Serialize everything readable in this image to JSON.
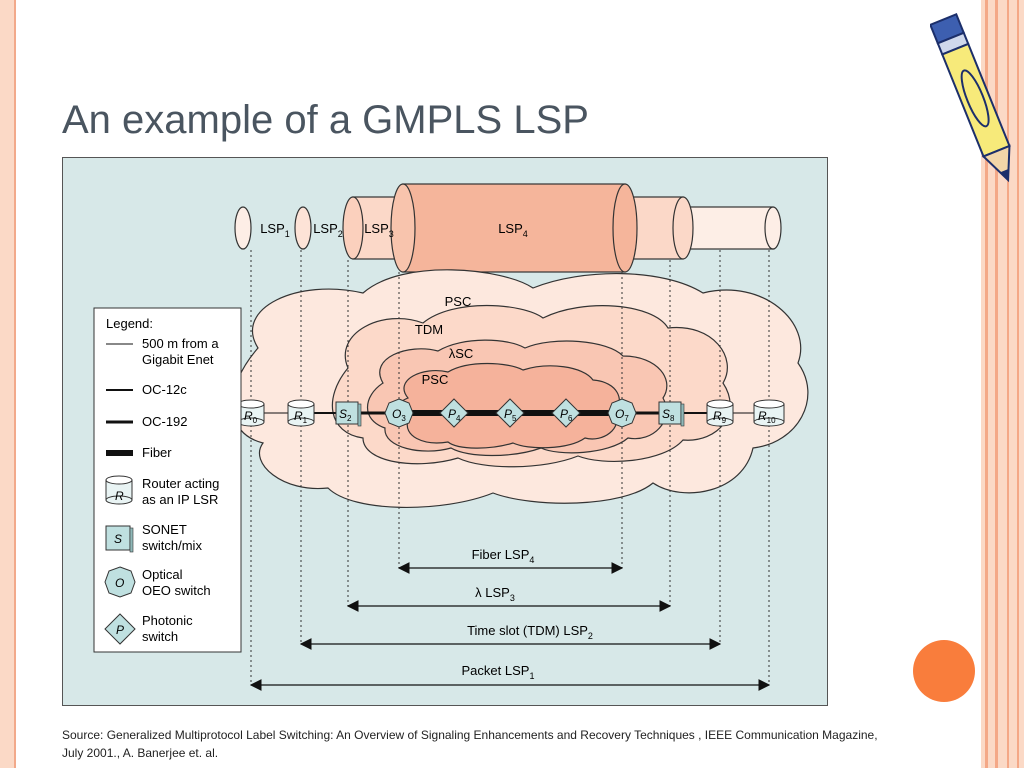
{
  "slide": {
    "title": "An example of a GMPLS LSP",
    "source": "Source: Generalized Multiprotocol Label Switching: An Overview of Signaling Enhancements and Recovery Techniques , IEEE Communication Magazine, July 2001., A. Banerjee et. al."
  },
  "diagram": {
    "pipes": [
      {
        "base": "LSP",
        "sub": "1"
      },
      {
        "base": "LSP",
        "sub": "2"
      },
      {
        "base": "LSP",
        "sub": "3"
      },
      {
        "base": "LSP",
        "sub": "4"
      }
    ],
    "clouds": [
      "PSC",
      "TDM",
      "λSC",
      "PSC"
    ],
    "nodes": [
      {
        "letter": "R",
        "sub": "0",
        "kind": "router"
      },
      {
        "letter": "R",
        "sub": "1",
        "kind": "router"
      },
      {
        "letter": "S",
        "sub": "2",
        "kind": "sonet"
      },
      {
        "letter": "O",
        "sub": "3",
        "kind": "optical"
      },
      {
        "letter": "P",
        "sub": "4",
        "kind": "photonic"
      },
      {
        "letter": "P",
        "sub": "5",
        "kind": "photonic"
      },
      {
        "letter": "P",
        "sub": "6",
        "kind": "photonic"
      },
      {
        "letter": "O",
        "sub": "7",
        "kind": "optical"
      },
      {
        "letter": "S",
        "sub": "8",
        "kind": "sonet"
      },
      {
        "letter": "R",
        "sub": "9",
        "kind": "router"
      },
      {
        "letter": "R",
        "sub": "10",
        "kind": "router"
      }
    ],
    "spans": [
      {
        "base": "Fiber LSP",
        "sub": "4"
      },
      {
        "base": "λ LSP",
        "sub": "3"
      },
      {
        "base": "Time slot (TDM) LSP",
        "sub": "2"
      },
      {
        "base": "Packet LSP",
        "sub": "1"
      }
    ],
    "legend": {
      "title": "Legend:",
      "lines": [
        {
          "line1": "500 m from a",
          "line2": "Gigabit Enet"
        },
        {
          "line1": "OC-12c"
        },
        {
          "line1": "OC-192"
        },
        {
          "line1": "Fiber"
        }
      ],
      "symbols": [
        {
          "letter": "R",
          "line1": "Router acting",
          "line2": "as an IP LSR"
        },
        {
          "letter": "S",
          "line1": "SONET",
          "line2": "switch/mix"
        },
        {
          "letter": "O",
          "line1": "Optical",
          "line2": "OEO switch"
        },
        {
          "letter": "P",
          "line1": "Photonic",
          "line2": "switch"
        }
      ]
    }
  },
  "colors": {
    "figure_bg": "#d7e8e8",
    "accent_orange": "#f97d3c",
    "border_peach": "#fbd9c6",
    "pipe_light": "#fde8de",
    "pipe_mid": "#fbd5c4",
    "pipe_dark": "#f5b59a",
    "node_teal": "#bfe0e0"
  }
}
